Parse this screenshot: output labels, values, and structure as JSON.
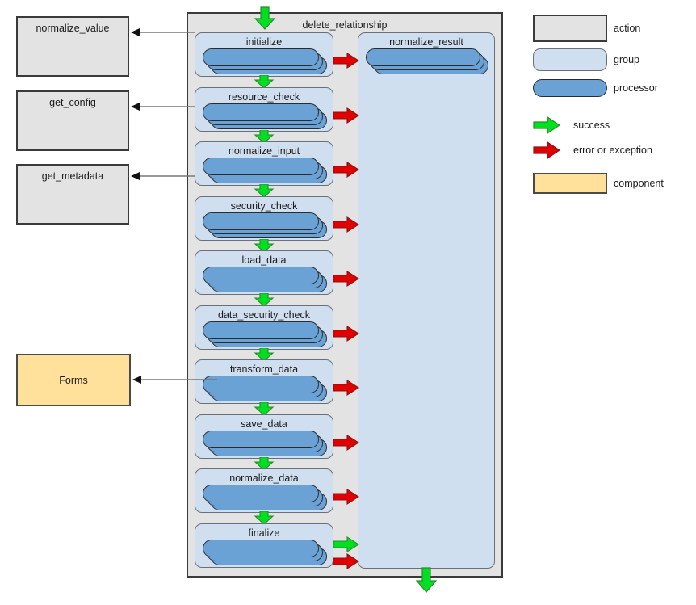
{
  "diagram": {
    "container": {
      "title": "delete_relationship",
      "type": "action"
    },
    "entry_arrow": {
      "kind": "success",
      "direction": "down"
    },
    "exit_arrow": {
      "kind": "success",
      "direction": "down"
    },
    "steps": [
      {
        "label": "initialize",
        "error_arrow": true,
        "success_arrow_right": false
      },
      {
        "label": "resource_check",
        "error_arrow": true,
        "success_arrow_right": false
      },
      {
        "label": "normalize_input",
        "error_arrow": true,
        "success_arrow_right": false
      },
      {
        "label": "security_check",
        "error_arrow": true,
        "success_arrow_right": false
      },
      {
        "label": "load_data",
        "error_arrow": true,
        "success_arrow_right": false
      },
      {
        "label": "data_security_check",
        "error_arrow": true,
        "success_arrow_right": false
      },
      {
        "label": "transform_data",
        "error_arrow": true,
        "success_arrow_right": false
      },
      {
        "label": "save_data",
        "error_arrow": true,
        "success_arrow_right": false
      },
      {
        "label": "normalize_data",
        "error_arrow": true,
        "success_arrow_right": false
      },
      {
        "label": "finalize",
        "error_arrow": true,
        "success_arrow_right": true
      }
    ],
    "result_group": {
      "label": "normalize_result",
      "type": "group"
    },
    "external_actions": [
      {
        "label": "normalize_value",
        "type": "action"
      },
      {
        "label": "get_config",
        "type": "action"
      },
      {
        "label": "get_metadata",
        "type": "action"
      }
    ],
    "external_components": [
      {
        "label": "Forms",
        "type": "component"
      }
    ]
  },
  "legend": {
    "items": [
      {
        "label": "action",
        "swatch": "action-swatch"
      },
      {
        "label": "group",
        "swatch": "group-swatch"
      },
      {
        "label": "processor",
        "swatch": "processor-swatch"
      },
      {
        "label": "success",
        "swatch": "green-arrow-icon"
      },
      {
        "label": "error or exception",
        "swatch": "red-arrow-icon"
      },
      {
        "label": "component",
        "swatch": "component-swatch"
      }
    ]
  },
  "colors": {
    "action_fill": "#e3e3e3",
    "action_stroke": "#3a3a3a",
    "group_fill": "#cfdfef",
    "group_stroke": "#69707a",
    "processor_fill": "#6ba2d6",
    "processor_stroke": "#2b2b2b",
    "component_fill": "#ffe19b",
    "component_stroke": "#4a4a4a",
    "success_arrow": "#00e021",
    "error_arrow": "#e00000",
    "connector_line": "#777777",
    "background": "#ffffff"
  }
}
